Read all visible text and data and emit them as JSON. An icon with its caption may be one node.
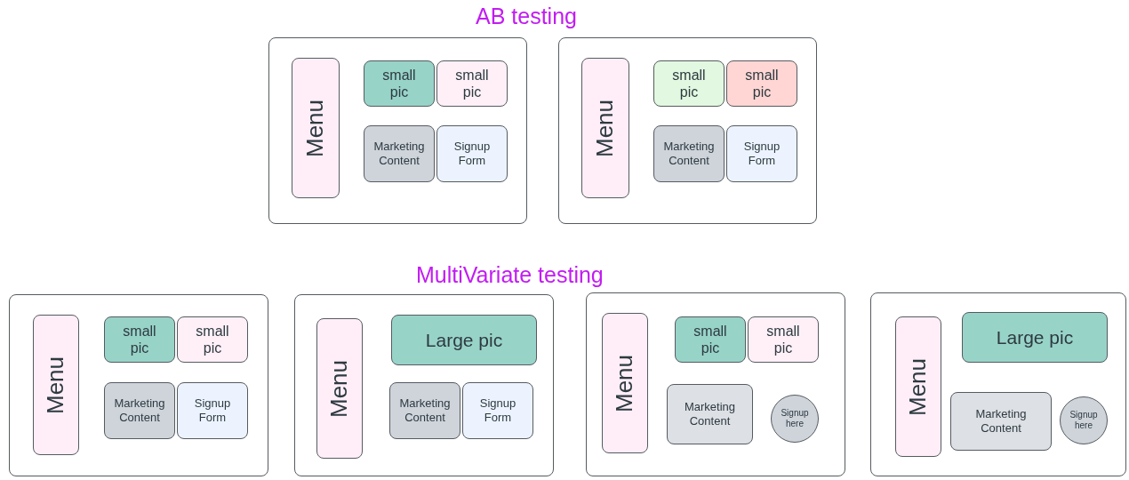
{
  "diagram": {
    "nodes": [
      {
        "text": [],
        "shape": "box"
      },
      {
        "text": [
          "Menu"
        ],
        "in": 0
      },
      {
        "text": [
          "small pic"
        ],
        "in": 0
      },
      {
        "text": [
          "small pic"
        ],
        "in": 0
      },
      {
        "text": [
          "Marketing Content"
        ],
        "in": 0
      },
      {
        "text": [
          "Signup Form"
        ],
        "in": 0
      },
      {
        "text": [],
        "shape": "box"
      },
      {
        "text": [
          "Menu"
        ],
        "in": 6
      },
      {
        "text": [
          "small pic"
        ],
        "in": 6
      },
      {
        "text": [
          "small pic"
        ],
        "in": 6
      },
      {
        "text": [
          "Marketing Content"
        ],
        "in": 6
      },
      {
        "text": [
          "Signup Form"
        ],
        "in": 6
      },
      {
        "text": [],
        "shape": "box"
      },
      {
        "text": [
          "Menu"
        ],
        "in": 12
      },
      {
        "text": [
          "small pic"
        ],
        "in": 12
      },
      {
        "text": [
          "small pic"
        ],
        "in": 12
      },
      {
        "text": [
          "Marketing Content"
        ],
        "in": 12
      },
      {
        "text": [
          "Signup Form"
        ],
        "in": 12
      },
      {
        "text": [],
        "shape": "box"
      },
      {
        "text": [
          "Menu"
        ],
        "in": 18
      },
      {
        "text": [
          "Large pic"
        ],
        "in": 18
      },
      {
        "text": [
          "Marketing Content"
        ],
        "in": 18
      },
      {
        "text": [
          "Signup Form"
        ],
        "in": 18
      },
      {
        "text": [],
        "shape": "box"
      },
      {
        "text": [
          "Menu"
        ],
        "in": 23
      },
      {
        "text": [
          "small pic"
        ],
        "in": 23
      },
      {
        "text": [
          "small pic"
        ],
        "in": 23
      },
      {
        "text": [
          "Marketing Content"
        ],
        "in": 23
      },
      {
        "text": [
          "Signup here"
        ],
        "in": 23
      },
      {
        "text": [],
        "shape": "box"
      },
      {
        "text": [
          "Menu"
        ],
        "in": 29
      },
      {
        "text": [
          "Large pic"
        ],
        "in": 29
      },
      {
        "text": [
          "Marketing Content"
        ],
        "in": 29
      },
      {
        "text": [
          "Signup here"
        ],
        "in": 29
      }
    ],
    "edges": [],
    "labels": [
      "AB testing",
      "MultiVariate testing"
    ]
  }
}
